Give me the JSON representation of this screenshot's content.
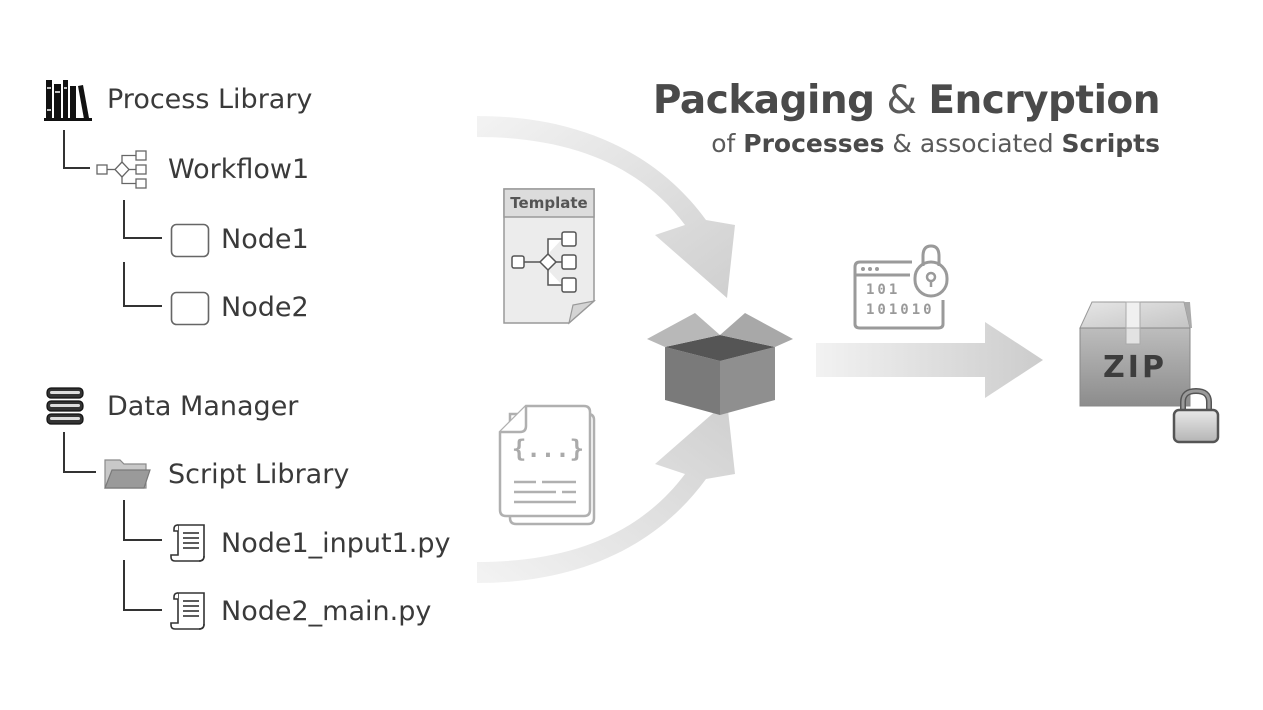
{
  "title": {
    "part1": "Packaging",
    "amp": "&",
    "part2": "Encryption"
  },
  "subtitle": {
    "of": "of",
    "processes": "Processes",
    "amp": "& associated",
    "scripts": "Scripts"
  },
  "tree": {
    "process_library": "Process Library",
    "workflow": "Workflow1",
    "node1": "Node1",
    "node2": "Node2",
    "data_manager": "Data Manager",
    "script_library": "Script Library",
    "script1": "Node1_input1.py",
    "script2": "Node2_main.py"
  },
  "template_label": "Template",
  "script_doc_label": "{...}",
  "binary": {
    "row1": "101",
    "row2": "101010"
  },
  "zip_label": "ZIP",
  "icons": {
    "library": "books-icon",
    "workflow": "workflow-icon",
    "node": "node-box-icon",
    "database": "database-icon",
    "folder": "folder-icon",
    "script": "scroll-icon",
    "template": "template-doc-icon",
    "code_doc": "code-document-icon",
    "box": "package-box-icon",
    "encryption": "encrypted-window-lock-icon",
    "zip": "zip-box-icon",
    "lock": "padlock-icon"
  }
}
